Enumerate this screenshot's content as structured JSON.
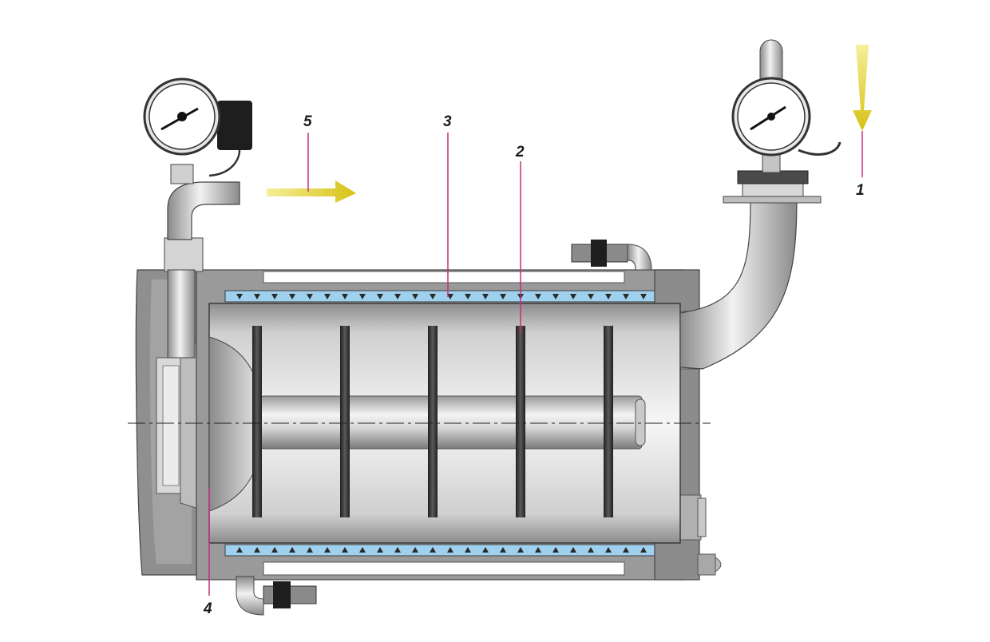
{
  "callouts": [
    {
      "id": "c1",
      "label": "1"
    },
    {
      "id": "c2",
      "label": "2"
    },
    {
      "id": "c3",
      "label": "3"
    },
    {
      "id": "c4",
      "label": "4"
    },
    {
      "id": "c5",
      "label": "5"
    }
  ],
  "colors": {
    "leader_line": "#c0307a",
    "flow_arrow": "#e3d21a",
    "coolant_gap": "#9fd0ee",
    "housing": "#8a8a8a",
    "steel_light": "#f0f0f0",
    "steel_dark": "#6e6e6e",
    "rotor_disc": "#3a3a3a"
  },
  "icons": {
    "inlet_arrow": "arrow-down-icon",
    "outlet_arrow": "arrow-right-icon",
    "pressure_gauge": "pressure-gauge-icon"
  }
}
